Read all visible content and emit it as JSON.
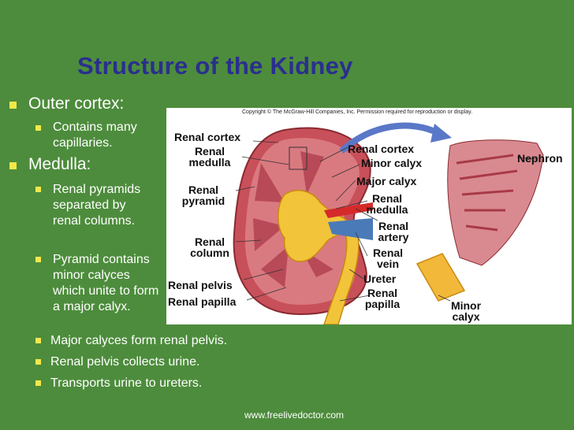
{
  "title": "Structure of the Kidney",
  "bullets": {
    "outer_cortex": "Outer cortex:",
    "contains_capillaries": "Contains many capillaries.",
    "medulla": "Medulla:",
    "renal_pyramids": "Renal pyramids separated by renal columns.",
    "pyramid_calyces": "Pyramid contains minor calyces which unite to form a major calyx.",
    "major_calyces": "Major calyces form renal pelvis.",
    "renal_pelvis": "Renal pelvis collects urine.",
    "transports": "Transports urine to ureters."
  },
  "figure": {
    "copyright": "Copyright © The McGraw-Hill Companies, Inc. Permission required for reproduction or display.",
    "labels": {
      "renal_cortex_left": "Renal cortex",
      "renal_medulla_left": "Renal medulla",
      "renal_pyramid": "Renal pyramid",
      "renal_column": "Renal column",
      "renal_pelvis": "Renal pelvis",
      "renal_papilla_left": "Renal papilla",
      "renal_cortex_right": "Renal cortex",
      "minor_calyx_top": "Minor calyx",
      "major_calyx": "Major calyx",
      "renal_medulla_right": "Renal medulla",
      "renal_artery": "Renal artery",
      "renal_vein": "Renal vein",
      "ureter": "Ureter",
      "renal_papilla_right": "Renal papilla",
      "nephron": "Nephron",
      "minor_calyx_bottom": "Minor calyx"
    }
  },
  "footer": "www.freelivedoctor.com"
}
